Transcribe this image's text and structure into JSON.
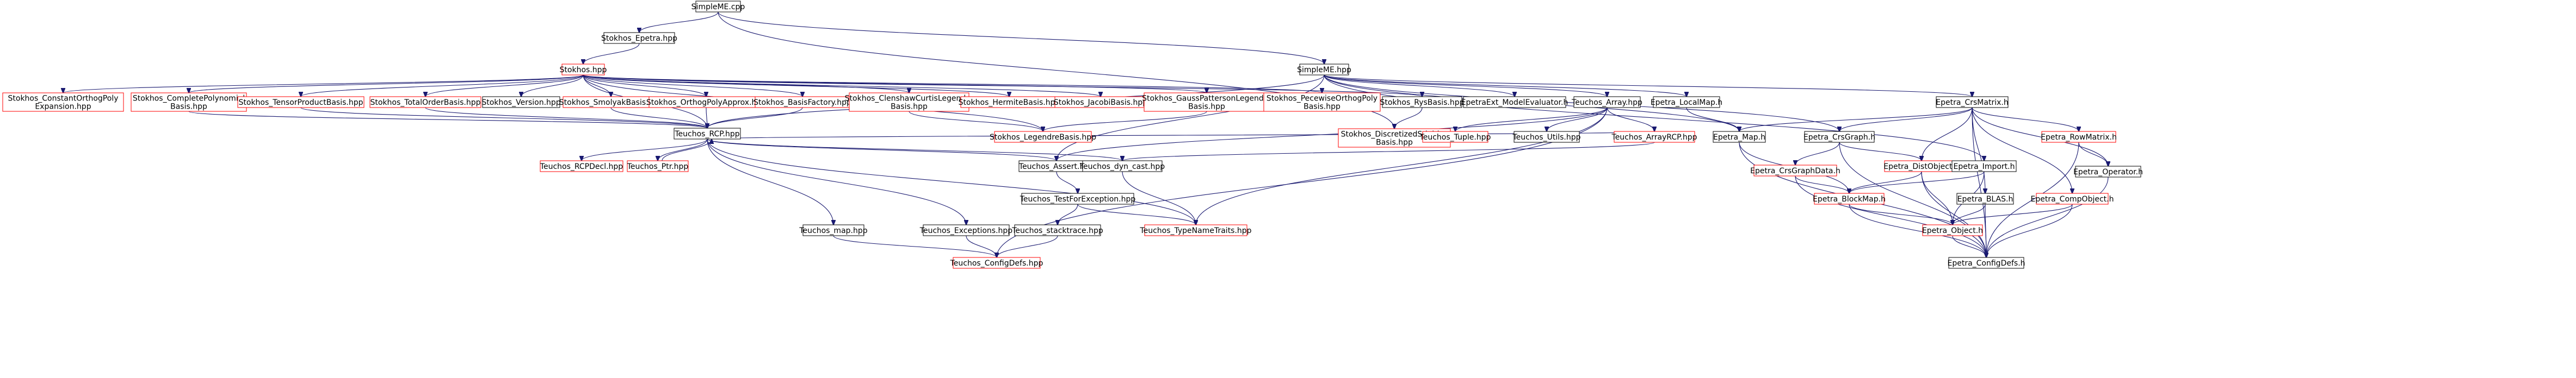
{
  "diagram": {
    "colors": {
      "edge": "#191970",
      "node_border": "#000000",
      "node_border_missing": "#ff0000",
      "root_fill": "#bfbfbf",
      "node_fill": "#ffffff",
      "text": "#000000"
    },
    "nodes": [
      {
        "id": "simple",
        "lines": [
          "SimpleME.cpp"
        ],
        "kind": "root"
      },
      {
        "id": "stokhos_epetra",
        "lines": [
          "Stokhos_Epetra.hpp"
        ],
        "kind": "normal"
      },
      {
        "id": "stokhos",
        "lines": [
          "Stokhos.hpp"
        ],
        "kind": "missing"
      },
      {
        "id": "simple_me_hpp",
        "lines": [
          "SimpleME.hpp"
        ],
        "kind": "normal"
      },
      {
        "id": "const_ortho",
        "lines": [
          "Stokhos_ConstantOrthogPoly",
          "Expansion.hpp"
        ],
        "kind": "missing"
      },
      {
        "id": "complete_poly",
        "lines": [
          "Stokhos_CompletePolynomial",
          "Basis.hpp"
        ],
        "kind": "missing"
      },
      {
        "id": "tensor_prod",
        "lines": [
          "Stokhos_TensorProductBasis.hpp"
        ],
        "kind": "missing"
      },
      {
        "id": "total_order",
        "lines": [
          "Stokhos_TotalOrderBasis.hpp"
        ],
        "kind": "missing"
      },
      {
        "id": "version",
        "lines": [
          "Stokhos_Version.hpp"
        ],
        "kind": "normal"
      },
      {
        "id": "smolyak",
        "lines": [
          "Stokhos_SmolyakBasis.hpp"
        ],
        "kind": "missing"
      },
      {
        "id": "ortho_approx",
        "lines": [
          "Stokhos_OrthogPolyApprox.hpp"
        ],
        "kind": "missing"
      },
      {
        "id": "basis_factory",
        "lines": [
          "Stokhos_BasisFactory.hpp"
        ],
        "kind": "missing"
      },
      {
        "id": "clenshaw",
        "lines": [
          "Stokhos_ClenshawCurtisLegendre",
          "Basis.hpp"
        ],
        "kind": "missing"
      },
      {
        "id": "hermite",
        "lines": [
          "Stokhos_HermiteBasis.hpp"
        ],
        "kind": "missing"
      },
      {
        "id": "jacobi",
        "lines": [
          "Stokhos_JacobiBasis.hpp"
        ],
        "kind": "missing"
      },
      {
        "id": "gauss_patterson",
        "lines": [
          "Stokhos_GaussPattersonLegendre",
          "Basis.hpp"
        ],
        "kind": "missing"
      },
      {
        "id": "piecewise",
        "lines": [
          "Stokhos_PecewiseOrthogPoly",
          "Basis.hpp"
        ],
        "kind": "missing"
      },
      {
        "id": "rys",
        "lines": [
          "Stokhos_RysBasis.hpp"
        ],
        "kind": "normal"
      },
      {
        "id": "epetraext_me",
        "lines": [
          "EpetraExt_ModelEvaluator.h"
        ],
        "kind": "normal"
      },
      {
        "id": "teuchos_array",
        "lines": [
          "Teuchos_Array.hpp"
        ],
        "kind": "normal"
      },
      {
        "id": "epetra_localmap",
        "lines": [
          "Epetra_LocalMap.h"
        ],
        "kind": "normal"
      },
      {
        "id": "epetra_crsmatrix",
        "lines": [
          "Epetra_CrsMatrix.h"
        ],
        "kind": "normal"
      },
      {
        "id": "teuchos_rcp",
        "lines": [
          "Teuchos_RCP.hpp"
        ],
        "kind": "normal"
      },
      {
        "id": "legendre",
        "lines": [
          "Stokhos_LegendreBasis.hpp"
        ],
        "kind": "missing"
      },
      {
        "id": "discretized",
        "lines": [
          "Stokhos_DiscretizedStieltjes",
          "Basis.hpp"
        ],
        "kind": "missing"
      },
      {
        "id": "teuchos_tuple",
        "lines": [
          "Teuchos_Tuple.hpp"
        ],
        "kind": "missing"
      },
      {
        "id": "teuchos_utils",
        "lines": [
          "Teuchos_Utils.hpp"
        ],
        "kind": "normal"
      },
      {
        "id": "teuchos_arrayrcp",
        "lines": [
          "Teuchos_ArrayRCP.hpp"
        ],
        "kind": "missing"
      },
      {
        "id": "epetra_map",
        "lines": [
          "Epetra_Map.h"
        ],
        "kind": "normal"
      },
      {
        "id": "epetra_crsgraph",
        "lines": [
          "Epetra_CrsGraph.h"
        ],
        "kind": "normal"
      },
      {
        "id": "epetra_distobject",
        "lines": [
          "Epetra_DistObject.h"
        ],
        "kind": "missing"
      },
      {
        "id": "epetra_import",
        "lines": [
          "Epetra_Import.h"
        ],
        "kind": "normal"
      },
      {
        "id": "epetra_rowmatrix",
        "lines": [
          "Epetra_RowMatrix.h"
        ],
        "kind": "missing"
      },
      {
        "id": "rcpdecl",
        "lines": [
          "Teuchos_RCPDecl.hpp"
        ],
        "kind": "missing"
      },
      {
        "id": "teuchos_ptr",
        "lines": [
          "Teuchos_Ptr.hpp"
        ],
        "kind": "missing"
      },
      {
        "id": "teuchos_assert",
        "lines": [
          "Teuchos_Assert.hpp"
        ],
        "kind": "normal"
      },
      {
        "id": "dyn_cast",
        "lines": [
          "Teuchos_dyn_cast.hpp"
        ],
        "kind": "normal"
      },
      {
        "id": "crsgraphdata",
        "lines": [
          "Epetra_CrsGraphData.h"
        ],
        "kind": "missing"
      },
      {
        "id": "epetra_operator",
        "lines": [
          "Epetra_Operator.h"
        ],
        "kind": "normal"
      },
      {
        "id": "test_for_exc",
        "lines": [
          "Teuchos_TestForException.hpp"
        ],
        "kind": "normal"
      },
      {
        "id": "blockmap",
        "lines": [
          "Epetra_BlockMap.h"
        ],
        "kind": "missing"
      },
      {
        "id": "epetra_blas",
        "lines": [
          "Epetra_BLAS.h"
        ],
        "kind": "normal"
      },
      {
        "id": "compobject",
        "lines": [
          "Epetra_CompObject.h"
        ],
        "kind": "missing"
      },
      {
        "id": "teuchos_map",
        "lines": [
          "Teuchos_map.hpp"
        ],
        "kind": "normal"
      },
      {
        "id": "teuchos_exceptions",
        "lines": [
          "Teuchos_Exceptions.hpp"
        ],
        "kind": "normal"
      },
      {
        "id": "stacktrace",
        "lines": [
          "Teuchos_stacktrace.hpp"
        ],
        "kind": "normal"
      },
      {
        "id": "typenametraits",
        "lines": [
          "Teuchos_TypeNameTraits.hpp"
        ],
        "kind": "missing"
      },
      {
        "id": "epetra_object",
        "lines": [
          "Epetra_Object.h"
        ],
        "kind": "missing"
      },
      {
        "id": "teuchos_configdefs",
        "lines": [
          "Teuchos_ConfigDefs.hpp"
        ],
        "kind": "missing"
      },
      {
        "id": "epetra_configdefs",
        "lines": [
          "Epetra_ConfigDefs.h"
        ],
        "kind": "normal"
      }
    ],
    "edges": [
      [
        "simple",
        "stokhos_epetra"
      ],
      [
        "simple",
        "simple_me_hpp"
      ],
      [
        "simple",
        "discretized"
      ],
      [
        "stokhos_epetra",
        "stokhos"
      ],
      [
        "stokhos",
        "const_ortho"
      ],
      [
        "stokhos",
        "complete_poly"
      ],
      [
        "stokhos",
        "tensor_prod"
      ],
      [
        "stokhos",
        "total_order"
      ],
      [
        "stokhos",
        "version"
      ],
      [
        "stokhos",
        "smolyak"
      ],
      [
        "stokhos",
        "ortho_approx"
      ],
      [
        "stokhos",
        "basis_factory"
      ],
      [
        "stokhos",
        "clenshaw"
      ],
      [
        "stokhos",
        "hermite"
      ],
      [
        "stokhos",
        "jacobi"
      ],
      [
        "stokhos",
        "gauss_patterson"
      ],
      [
        "stokhos",
        "piecewise"
      ],
      [
        "stokhos",
        "rys"
      ],
      [
        "stokhos",
        "legendre"
      ],
      [
        "stokhos",
        "teuchos_rcp"
      ],
      [
        "complete_poly",
        "teuchos_rcp"
      ],
      [
        "tensor_prod",
        "teuchos_rcp"
      ],
      [
        "total_order",
        "teuchos_rcp"
      ],
      [
        "smolyak",
        "teuchos_rcp"
      ],
      [
        "ortho_approx",
        "teuchos_rcp"
      ],
      [
        "basis_factory",
        "teuchos_rcp"
      ],
      [
        "clenshaw",
        "legendre"
      ],
      [
        "gauss_patterson",
        "legendre"
      ],
      [
        "rys",
        "discretized"
      ],
      [
        "simple_me_hpp",
        "epetraext_me"
      ],
      [
        "simple_me_hpp",
        "teuchos_array"
      ],
      [
        "simple_me_hpp",
        "epetra_localmap"
      ],
      [
        "simple_me_hpp",
        "epetra_crsmatrix"
      ],
      [
        "simple_me_hpp",
        "teuchos_rcp"
      ],
      [
        "simple_me_hpp",
        "epetra_map"
      ],
      [
        "simple_me_hpp",
        "epetra_crsgraph"
      ],
      [
        "simple_me_hpp",
        "epetra_import"
      ],
      [
        "simple_me_hpp",
        "teuchos_assert"
      ],
      [
        "teuchos_array",
        "teuchos_assert"
      ],
      [
        "teuchos_array",
        "teuchos_tuple"
      ],
      [
        "teuchos_array",
        "teuchos_utils"
      ],
      [
        "teuchos_array",
        "teuchos_arrayrcp"
      ],
      [
        "teuchos_array",
        "typenametraits"
      ],
      [
        "teuchos_array",
        "teuchos_configdefs"
      ],
      [
        "teuchos_arrayrcp",
        "teuchos_rcp"
      ],
      [
        "teuchos_arrayrcp",
        "dyn_cast"
      ],
      [
        "epetra_localmap",
        "epetra_map"
      ],
      [
        "epetra_crsmatrix",
        "epetra_map"
      ],
      [
        "epetra_crsmatrix",
        "epetra_crsgraph"
      ],
      [
        "epetra_crsmatrix",
        "epetra_distobject"
      ],
      [
        "epetra_crsmatrix",
        "epetra_rowmatrix"
      ],
      [
        "epetra_crsmatrix",
        "epetra_operator"
      ],
      [
        "epetra_crsmatrix",
        "epetra_blas"
      ],
      [
        "epetra_crsmatrix",
        "compobject"
      ],
      [
        "epetra_crsmatrix",
        "epetra_configdefs"
      ],
      [
        "epetra_map",
        "blockmap"
      ],
      [
        "epetra_map",
        "epetra_configdefs"
      ],
      [
        "epetra_crsgraph",
        "epetra_distobject"
      ],
      [
        "epetra_crsgraph",
        "crsgraphdata"
      ],
      [
        "epetra_crsgraph",
        "epetra_configdefs"
      ],
      [
        "epetra_distobject",
        "epetra_object"
      ],
      [
        "epetra_distobject",
        "blockmap"
      ],
      [
        "epetra_distobject",
        "epetra_configdefs"
      ],
      [
        "epetra_import",
        "blockmap"
      ],
      [
        "epetra_import",
        "epetra_object"
      ],
      [
        "epetra_rowmatrix",
        "epetra_operator"
      ],
      [
        "epetra_rowmatrix",
        "epetra_configdefs"
      ],
      [
        "crsgraphdata",
        "blockmap"
      ],
      [
        "crsgraphdata",
        "epetra_configdefs"
      ],
      [
        "epetra_operator",
        "epetra_configdefs"
      ],
      [
        "blockmap",
        "epetra_object"
      ],
      [
        "blockmap",
        "epetra_configdefs"
      ],
      [
        "epetra_blas",
        "epetra_object"
      ],
      [
        "epetra_blas",
        "epetra_configdefs"
      ],
      [
        "compobject",
        "epetra_object"
      ],
      [
        "compobject",
        "epetra_configdefs"
      ],
      [
        "epetra_object",
        "epetra_configdefs"
      ],
      [
        "teuchos_rcp",
        "rcpdecl"
      ],
      [
        "teuchos_rcp",
        "teuchos_ptr"
      ],
      [
        "teuchos_rcp",
        "teuchos_assert"
      ],
      [
        "teuchos_rcp",
        "dyn_cast"
      ],
      [
        "teuchos_rcp",
        "teuchos_map"
      ],
      [
        "teuchos_rcp",
        "teuchos_exceptions"
      ],
      [
        "teuchos_rcp",
        "typenametraits"
      ],
      [
        "teuchos_ptr",
        "teuchos_rcp"
      ],
      [
        "teuchos_assert",
        "test_for_exc"
      ],
      [
        "dyn_cast",
        "typenametraits"
      ],
      [
        "test_for_exc",
        "stacktrace"
      ],
      [
        "test_for_exc",
        "typenametraits"
      ],
      [
        "teuchos_map",
        "teuchos_configdefs"
      ],
      [
        "teuchos_exceptions",
        "teuchos_configdefs"
      ],
      [
        "stacktrace",
        "teuchos_configdefs"
      ]
    ]
  }
}
